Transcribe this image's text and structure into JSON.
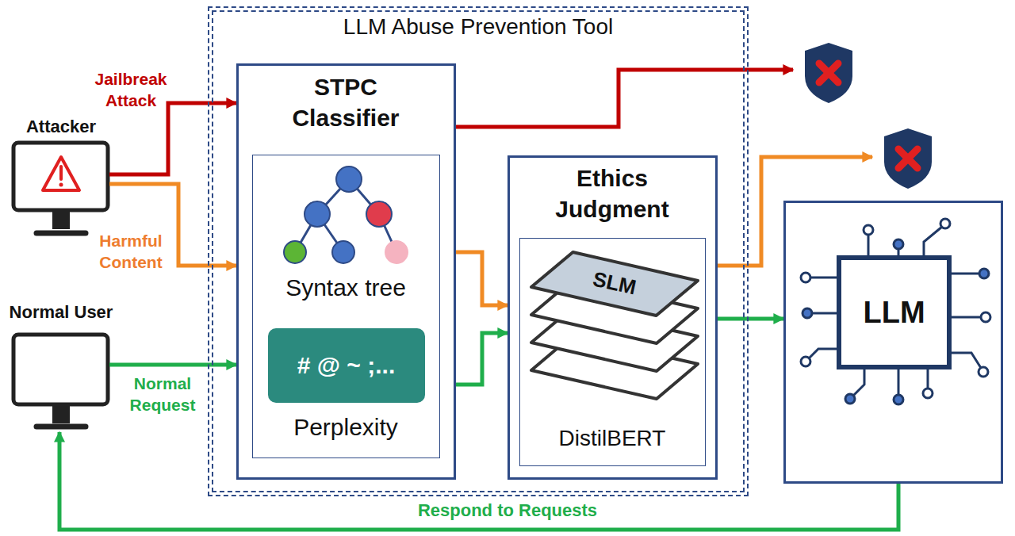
{
  "diagram": {
    "nodes": [
      {
        "text": [
          "LLM Abuse Prevention Tool"
        ]
      },
      {
        "text": [
          "Attacker"
        ]
      },
      {
        "text": [
          "Normal User"
        ]
      },
      {
        "text": [
          "STPC Classifier"
        ],
        "in": 0
      },
      {
        "text": [
          "Syntax tree",
          "Perplexity"
        ],
        "in": 3
      },
      {
        "text": [
          "# @ ~ ;..."
        ],
        "in": 4
      },
      {
        "text": [
          "Ethics Judgment"
        ],
        "in": 0
      },
      {
        "text": [
          "DistilBERT"
        ],
        "in": 6
      },
      {
        "text": [
          "SLM"
        ],
        "in": 7
      },
      {
        "text": [
          "LLM"
        ]
      }
    ],
    "edges": [
      {
        "from": 1,
        "to": 3,
        "label": "Jailbreak Attack",
        "arrow": "to"
      },
      {
        "from": 1,
        "to": 3,
        "label": "Harmful Content",
        "arrow": "to"
      },
      {
        "from": 2,
        "to": 3,
        "label": "Normal Request",
        "arrow": "to"
      },
      {
        "from": 3,
        "to": 6,
        "arrow": "to"
      },
      {
        "from": 3,
        "to": 6,
        "arrow": "to"
      },
      {
        "from": 6,
        "to": 9,
        "arrow": "to"
      },
      {
        "from": 9,
        "to": 2,
        "label": "Respond to Requests",
        "arrow": "to"
      }
    ]
  }
}
